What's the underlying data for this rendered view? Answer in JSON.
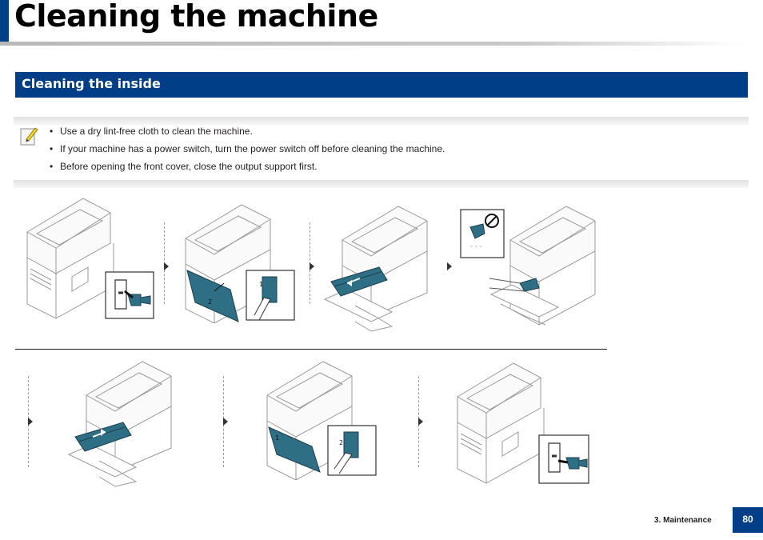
{
  "page": {
    "title": "Cleaning the machine",
    "section_title": "Cleaning the inside"
  },
  "note": {
    "icon": "note-pencil-icon",
    "items": [
      "Use a dry lint-free cloth to clean the machine.",
      "If your machine has a power switch, turn the power switch off before cleaning the machine.",
      "Before opening the front cover, close the output support first."
    ]
  },
  "figures": {
    "step2_callouts": [
      "1",
      "2"
    ],
    "step6_callouts": [
      "1",
      "2"
    ]
  },
  "footer": {
    "chapter": "3.  Maintenance",
    "page_number": "80"
  },
  "colors": {
    "brand_blue": "#003f87",
    "cartridge_teal": "#2e6f86"
  }
}
